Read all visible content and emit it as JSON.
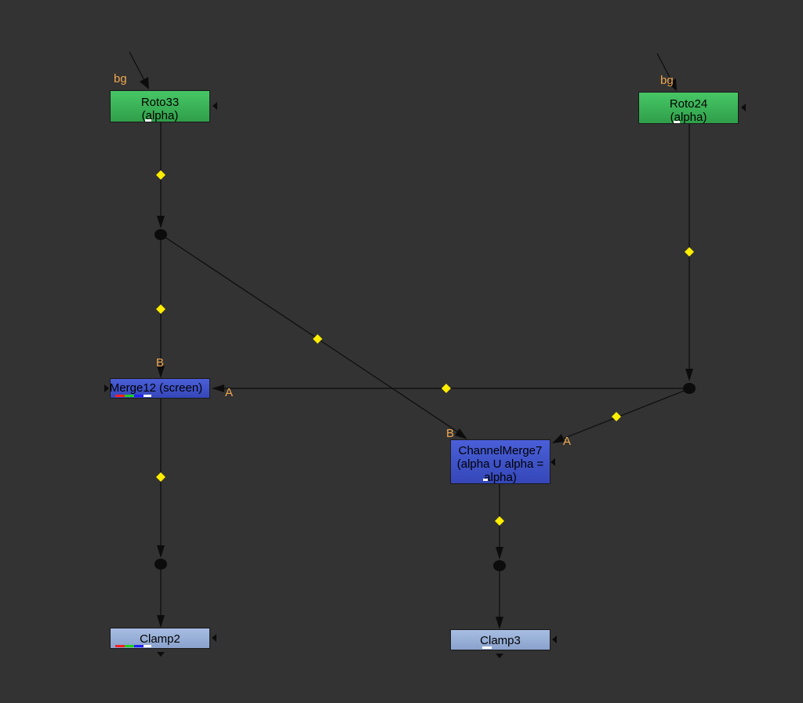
{
  "colors": {
    "background": "#333333",
    "read_node": "#3fb95c",
    "merge_node": "#4257cc",
    "clamp_node": "#9ab0d8",
    "input_label": "#f0a850",
    "diamond": "#ffee00"
  },
  "nodes": {
    "roto33": {
      "title": "Roto33",
      "subtitle": "(alpha)"
    },
    "roto24": {
      "title": "Roto24",
      "subtitle": "(alpha)"
    },
    "merge12": {
      "title": "Merge12 (screen)"
    },
    "channelmerge7": {
      "title": "ChannelMerge7",
      "line2": "(alpha U alpha =",
      "line3": "alpha)"
    },
    "clamp2": {
      "title": "Clamp2"
    },
    "clamp3": {
      "title": "Clamp3"
    }
  },
  "input_labels": {
    "roto33_bg": "bg",
    "roto24_bg": "bg",
    "merge12_b": "B",
    "merge12_a": "A",
    "channelmerge7_b": "B",
    "channelmerge7_a": "A"
  }
}
